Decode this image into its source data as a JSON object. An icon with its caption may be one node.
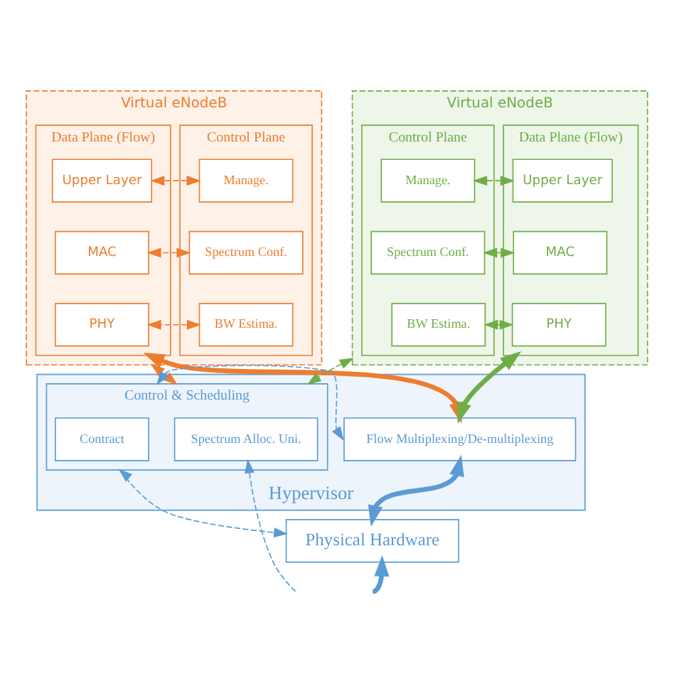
{
  "diagram": {
    "nodes": [
      {
        "text": [
          "Virtual eNodeB"
        ]
      },
      {
        "text": [
          "Control Plane"
        ],
        "in": 0
      },
      {
        "text": [
          "Manage."
        ],
        "in": 1
      },
      {
        "text": [
          "Spectrum Conf."
        ],
        "in": 1
      },
      {
        "text": [
          "BW Estima."
        ],
        "in": 1
      },
      {
        "text": [
          "Data Plane (Flow)"
        ],
        "in": 0
      },
      {
        "text": [
          "Upper Layer"
        ],
        "in": 5
      },
      {
        "text": [
          "MAC"
        ],
        "in": 5
      },
      {
        "text": [
          "PHY"
        ],
        "in": 5
      },
      {
        "text": [
          "Virtual eNodeB"
        ]
      },
      {
        "text": [
          "Data Plane (Flow)"
        ],
        "in": 9
      },
      {
        "text": [
          "Upper Layer"
        ],
        "in": 10
      },
      {
        "text": [
          "MAC"
        ],
        "in": 10
      },
      {
        "text": [
          "PHY"
        ],
        "in": 10
      },
      {
        "text": [
          "Control Plane"
        ],
        "in": 9
      },
      {
        "text": [
          "Manage."
        ],
        "in": 14
      },
      {
        "text": [
          "Spectrum Conf."
        ],
        "in": 14
      },
      {
        "text": [
          "BW Estima."
        ],
        "in": 14
      },
      {
        "text": [
          "Hypervisor"
        ]
      },
      {
        "text": [
          "Control & Scheduling"
        ],
        "in": 18
      },
      {
        "text": [
          "Spectrum Alloc. Uni."
        ],
        "in": 19
      },
      {
        "text": [
          "Contract"
        ],
        "in": 19
      },
      {
        "text": [
          "Flow Multiplexing/De-multiplexing"
        ],
        "in": 18
      },
      {
        "text": [
          "Physical Hardware"
        ]
      }
    ],
    "edges": [
      {
        "from": 2,
        "to": 6,
        "arrow": "both",
        "style": "dashed",
        "color": "#ed7d31"
      },
      {
        "from": 3,
        "to": 7,
        "arrow": "both",
        "style": "dashed",
        "color": "#ed7d31"
      },
      {
        "from": 4,
        "to": 8,
        "arrow": "both",
        "style": "dashed",
        "color": "#ed7d31"
      },
      {
        "from": 11,
        "to": 15,
        "arrow": "both",
        "style": "dashed",
        "color": "#70ad47"
      },
      {
        "from": 12,
        "to": 16,
        "arrow": "both",
        "style": "dashed",
        "color": "#70ad47"
      },
      {
        "from": 13,
        "to": 17,
        "arrow": "both",
        "style": "dashed",
        "color": "#70ad47"
      },
      {
        "from": 0,
        "to": 19,
        "arrow": "both",
        "style": "dashed",
        "color": "#ed7d31"
      },
      {
        "from": 5,
        "to": 22,
        "arrow": "both",
        "style": "thick",
        "color": "#ed7d31"
      },
      {
        "from": 10,
        "to": 22,
        "arrow": "both",
        "style": "thick",
        "color": "#70ad47"
      },
      {
        "from": 9,
        "to": 19,
        "arrow": "both",
        "style": "dashed",
        "color": "#70ad47"
      },
      {
        "from": 19,
        "to": 22,
        "arrow": "both",
        "style": "dashed",
        "color": "#5b9bd5"
      },
      {
        "from": 19,
        "to": 23,
        "arrow": "both",
        "style": "dashed",
        "color": "#5b9bd5"
      },
      {
        "from": 22,
        "to": 23,
        "arrow": "both",
        "style": "thick",
        "color": "#5b9bd5"
      },
      {
        "from": null,
        "to": 20,
        "arrow": "to",
        "style": "dashed",
        "color": "#5b9bd5"
      },
      {
        "from": null,
        "to": 23,
        "arrow": "to",
        "style": "thick",
        "color": "#5b9bd5"
      }
    ]
  }
}
